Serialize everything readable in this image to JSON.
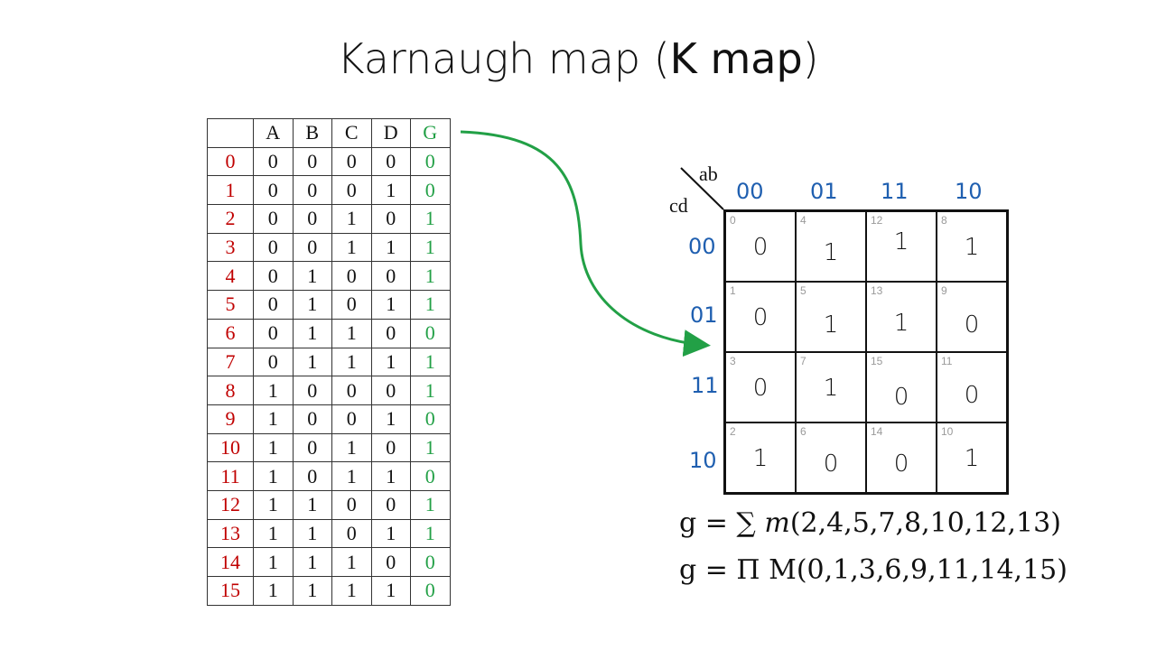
{
  "title": {
    "prefix": "Karnaugh map (",
    "strong": "K map",
    "suffix": ")"
  },
  "truth_table": {
    "headers": [
      "",
      "A",
      "B",
      "C",
      "D",
      "G"
    ],
    "rows": [
      [
        "0",
        "0",
        "0",
        "0",
        "0",
        "0"
      ],
      [
        "1",
        "0",
        "0",
        "0",
        "1",
        "0"
      ],
      [
        "2",
        "0",
        "0",
        "1",
        "0",
        "1"
      ],
      [
        "3",
        "0",
        "0",
        "1",
        "1",
        "1"
      ],
      [
        "4",
        "0",
        "1",
        "0",
        "0",
        "1"
      ],
      [
        "5",
        "0",
        "1",
        "0",
        "1",
        "1"
      ],
      [
        "6",
        "0",
        "1",
        "1",
        "0",
        "0"
      ],
      [
        "7",
        "0",
        "1",
        "1",
        "1",
        "1"
      ],
      [
        "8",
        "1",
        "0",
        "0",
        "0",
        "1"
      ],
      [
        "9",
        "1",
        "0",
        "0",
        "1",
        "0"
      ],
      [
        "10",
        "1",
        "0",
        "1",
        "0",
        "1"
      ],
      [
        "11",
        "1",
        "0",
        "1",
        "1",
        "0"
      ],
      [
        "12",
        "1",
        "1",
        "0",
        "0",
        "1"
      ],
      [
        "13",
        "1",
        "1",
        "0",
        "1",
        "1"
      ],
      [
        "14",
        "1",
        "1",
        "1",
        "0",
        "0"
      ],
      [
        "15",
        "1",
        "1",
        "1",
        "1",
        "0"
      ]
    ]
  },
  "kmap": {
    "corner_top": "ab",
    "corner_left": "cd",
    "col_labels": [
      "00",
      "01",
      "11",
      "10"
    ],
    "row_labels": [
      "00",
      "01",
      "11",
      "10"
    ],
    "cells": [
      [
        {
          "idx": "0",
          "val": "0"
        },
        {
          "idx": "4",
          "val": "1"
        },
        {
          "idx": "12",
          "val": "1"
        },
        {
          "idx": "8",
          "val": "1"
        }
      ],
      [
        {
          "idx": "1",
          "val": "0"
        },
        {
          "idx": "5",
          "val": "1"
        },
        {
          "idx": "13",
          "val": "1"
        },
        {
          "idx": "9",
          "val": "0"
        }
      ],
      [
        {
          "idx": "3",
          "val": "0"
        },
        {
          "idx": "7",
          "val": "1"
        },
        {
          "idx": "15",
          "val": "0"
        },
        {
          "idx": "11",
          "val": "0"
        }
      ],
      [
        {
          "idx": "2",
          "val": "1"
        },
        {
          "idx": "6",
          "val": "0"
        },
        {
          "idx": "14",
          "val": "0"
        },
        {
          "idx": "10",
          "val": "1"
        }
      ]
    ]
  },
  "equations": {
    "sum": "g = ∑ 𝑚(2,4,5,7,8,10,12,13)",
    "product": "g = Π M(0,1,3,6,9,11,14,15)"
  },
  "colors": {
    "index_red": "#c00000",
    "g_green": "#22a046",
    "label_blue": "#1f5fb0",
    "arrow_green": "#22a046"
  }
}
